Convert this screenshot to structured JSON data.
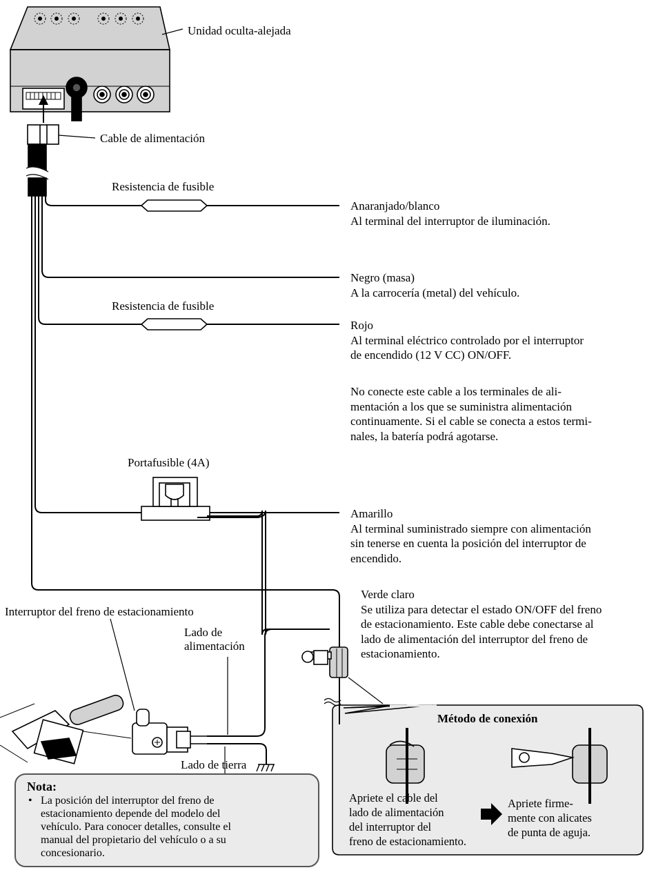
{
  "labels": {
    "unit": "Unidad oculta-alejada",
    "power_cable": "Cable de alimentación",
    "fuse_resistor_1": "Resistencia de fusible",
    "fuse_resistor_2": "Resistencia de fusible",
    "fuse_holder": "Portafusible (4A)",
    "brake_switch": "Interruptor del freno de estacionamiento",
    "power_side_1": "Lado de",
    "power_side_2": "alimentación",
    "ground_side": "Lado de tierra"
  },
  "wires": [
    {
      "color": "Anaranjado/blanco",
      "lines": [
        "Al terminal del interruptor de iluminación."
      ]
    },
    {
      "color": "Negro (masa)",
      "lines": [
        "A la carrocería (metal) del vehículo."
      ]
    },
    {
      "color": "Rojo",
      "lines": [
        "Al terminal eléctrico controlado por el interruptor",
        "de encendido (12 V CC) ON/OFF."
      ],
      "warning": [
        "No conecte este cable a los terminales de ali-",
        "mentación a los que se suministra alimentación",
        "continuamente. Si el cable se conecta a estos termi-",
        "nales, la batería podrá agotarse."
      ]
    },
    {
      "color": "Amarillo",
      "lines": [
        "Al terminal suministrado siempre con alimentación",
        "sin tenerse en cuenta la posición del interruptor de",
        "encendido."
      ]
    },
    {
      "color": "Verde claro",
      "lines": [
        "Se utiliza para detectar el estado ON/OFF del freno",
        "de estacionamiento. Este cable debe conectarse al",
        "lado de alimentación del interruptor del freno de",
        "estacionamiento."
      ]
    }
  ],
  "connection_method": {
    "title": "Método de conexión",
    "step1": [
      "Apriete el cable del",
      "lado de alimentación",
      "del interruptor del",
      "freno de estacionamiento."
    ],
    "step2": [
      "Apriete firme-",
      "mente con alicates",
      "de punta de aguja."
    ]
  },
  "note": {
    "title": "Nota:",
    "bullet": "•",
    "lines": [
      "La posición del interruptor del freno de",
      "estacionamiento depende del modelo del",
      "vehículo. Para conocer detalles, consulte el",
      "manual del propietario del vehículo o a su",
      "concesionario."
    ]
  },
  "colors": {
    "ink": "#000000",
    "device_gray": "#d2d2d2",
    "note_bg": "#ebebeb",
    "callout_bg": "#ebebeb"
  }
}
